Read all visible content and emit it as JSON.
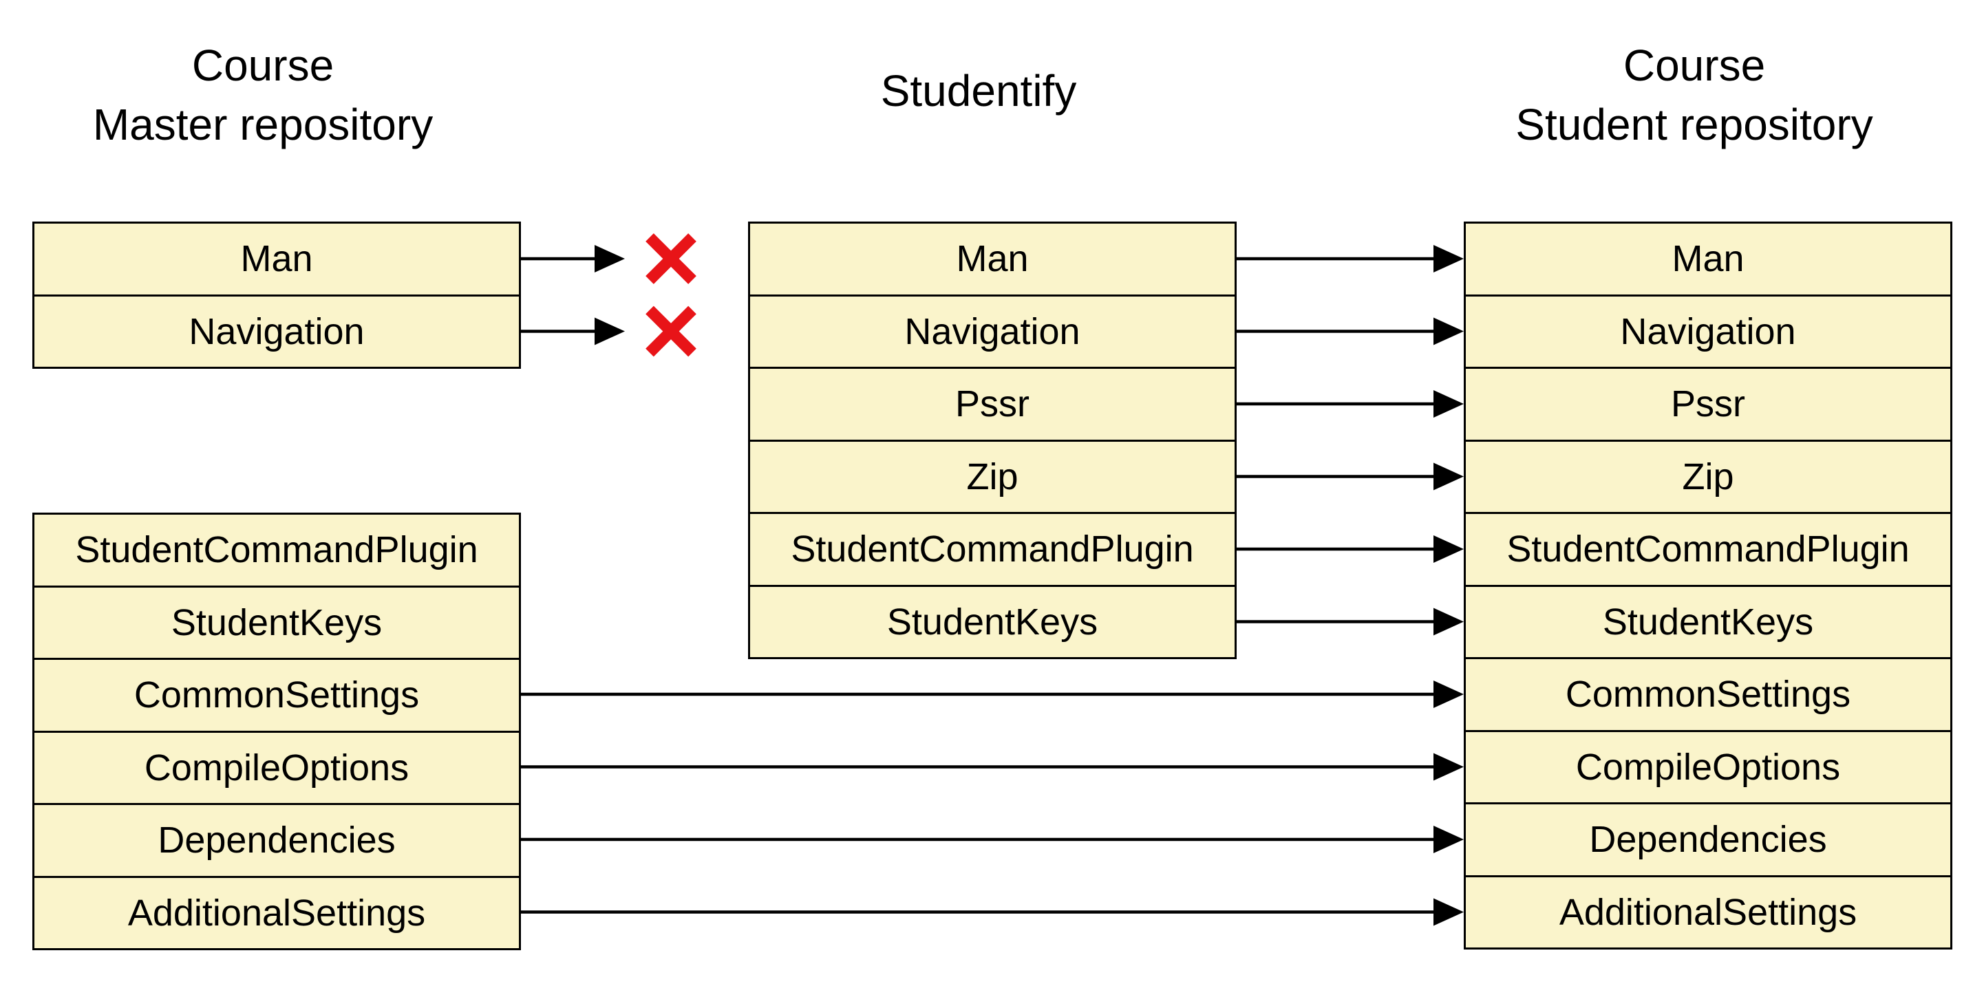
{
  "headers": {
    "master": {
      "line1": "Course",
      "line2": "Master repository"
    },
    "studentify": {
      "line1": "Studentify"
    },
    "student": {
      "line1": "Course",
      "line2": "Student repository"
    }
  },
  "groups": {
    "master_top": {
      "items": [
        "Man",
        "Navigation"
      ]
    },
    "master_bottom": {
      "items": [
        "StudentCommandPlugin",
        "StudentKeys",
        "CommonSettings",
        "CompileOptions",
        "Dependencies",
        "AdditionalSettings"
      ]
    },
    "studentify": {
      "items": [
        "Man",
        "Navigation",
        "Pssr",
        "Zip",
        "StudentCommandPlugin",
        "StudentKeys"
      ]
    },
    "student": {
      "items": [
        "Man",
        "Navigation",
        "Pssr",
        "Zip",
        "StudentCommandPlugin",
        "StudentKeys",
        "CommonSettings",
        "CompileOptions",
        "Dependencies",
        "AdditionalSettings"
      ]
    }
  },
  "edges": {
    "rejected_from_master": [
      "Man",
      "Navigation"
    ],
    "copied_from_studentify_to_student": [
      "Man",
      "Navigation",
      "Pssr",
      "Zip",
      "StudentCommandPlugin",
      "StudentKeys"
    ],
    "copied_from_master_to_student": [
      "CommonSettings",
      "CompileOptions",
      "Dependencies",
      "AdditionalSettings"
    ]
  },
  "icons": {
    "reject": "x-mark"
  },
  "colors": {
    "background": "#FFFFFF",
    "box_fill": "#FAF4CB",
    "box_border": "#000000",
    "arrow_black": "#000000",
    "reject_red": "#E81418",
    "text": "#000000"
  }
}
